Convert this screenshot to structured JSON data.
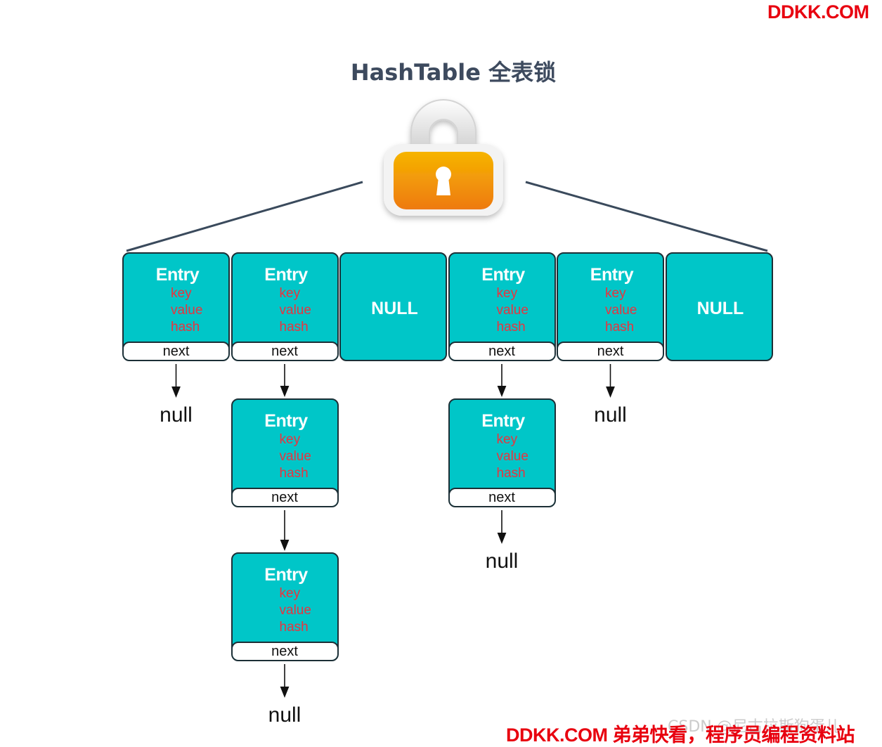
{
  "watermark_top": "DDKK.COM",
  "watermark_bottom": "DDKK.COM 弟弟快看，程序员编程资料站",
  "watermark_faint": "CSDN @尼古拉斯狗蛋儿",
  "title": "HashTable 全表锁",
  "colors": {
    "cell": "#00c6c8",
    "field": "#e8343f",
    "title": "#3d4a5e",
    "lock_top": "#f6b400",
    "lock_bottom": "#ee7a12",
    "watermark": "#e8000f"
  },
  "icon": "lock-icon",
  "entry_label": "Entry",
  "fields": [
    "key",
    "value",
    "hash"
  ],
  "next_label": "next",
  "null_cell_label": "NULL",
  "null_text": "null",
  "table": [
    {
      "type": "entry"
    },
    {
      "type": "entry"
    },
    {
      "type": "null"
    },
    {
      "type": "entry"
    },
    {
      "type": "entry"
    },
    {
      "type": "null"
    }
  ],
  "chains": [
    {
      "bucket": 0,
      "length": 0
    },
    {
      "bucket": 1,
      "length": 2
    },
    {
      "bucket": 3,
      "length": 1
    },
    {
      "bucket": 4,
      "length": 0
    }
  ]
}
